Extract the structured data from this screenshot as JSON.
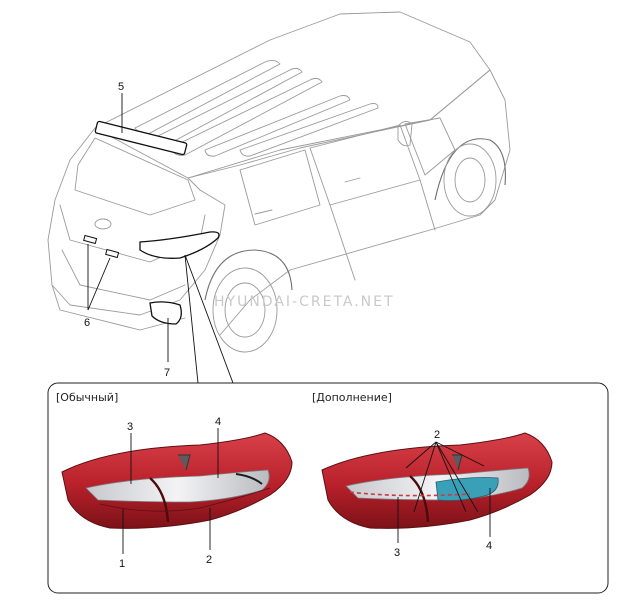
{
  "watermark": "HYUNDAI-CRETA.NET",
  "callouts": {
    "c1": "1",
    "c2": "2",
    "c3": "3",
    "c4": "4",
    "c5": "5",
    "c6": "6",
    "c7": "7"
  },
  "panels": {
    "standard": {
      "label": "[Обычный]"
    },
    "extended": {
      "label": "[Дополнение]"
    }
  },
  "colors": {
    "lamp_red": "#b8202a",
    "lamp_dark": "#7c1218",
    "lamp_chrome": "#d9d9de",
    "lamp_blue": "#3aa0b8"
  },
  "icons": [
    "car-outline-icon",
    "tail-lamp-icon"
  ]
}
